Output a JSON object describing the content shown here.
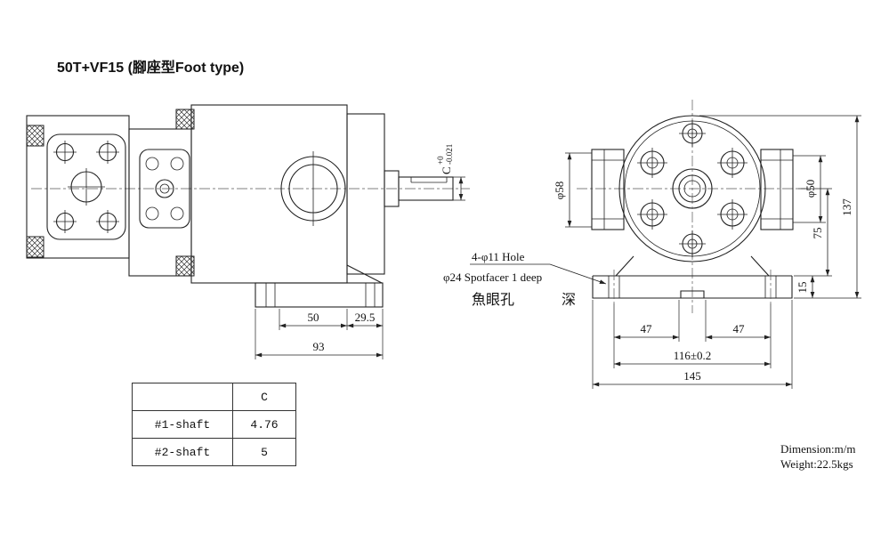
{
  "title": "50T+VF15 (腳座型Foot type)",
  "side_view": {
    "dims": {
      "d50": "50",
      "d29_5": "29.5",
      "d93": "93"
    },
    "shaft_dim": {
      "letter": "C",
      "upper": "+0",
      "lower": "-0.021"
    }
  },
  "front_view": {
    "dims": {
      "phi58": "φ58",
      "phi50": "φ50",
      "d137": "137",
      "d75": "75",
      "d15": "15",
      "d47_left": "47",
      "d47_right": "47",
      "d116": "116±0.2",
      "d145": "145"
    }
  },
  "annotations": {
    "hole": "4-φ11 Hole",
    "spotfacer": "φ24 Spotfacer 1 deep",
    "cjk_left": "魚眼孔",
    "cjk_right": "深"
  },
  "table": {
    "header_c": "C",
    "rows": [
      {
        "name": "#1-shaft",
        "value": "4.76"
      },
      {
        "name": "#2-shaft",
        "value": "5"
      }
    ]
  },
  "footer": {
    "dimension": "Dimension:m/m",
    "weight": "Weight:22.5kgs"
  }
}
